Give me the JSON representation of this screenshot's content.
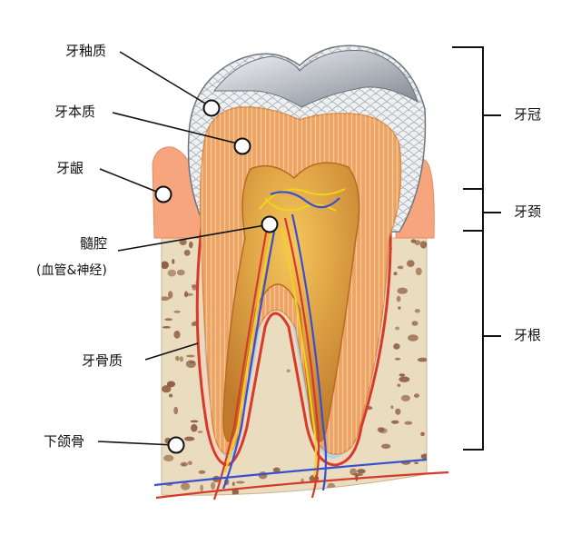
{
  "labels": {
    "enamel": "牙釉质",
    "dentin": "牙本质",
    "gum": "牙龈",
    "pulp": "髓腔",
    "pulp_sub": "(血管&神经)",
    "cementum": "牙骨质",
    "jaw": "下颌骨"
  },
  "regions": {
    "crown": "牙冠",
    "neck": "牙颈",
    "root": "牙根"
  },
  "colors": {
    "enamel": "#e9ecef",
    "dentin": "#e8a25a",
    "gum": "#f4a07c",
    "bone": "#e8d8b8",
    "bone_holes": "#8b5a3c",
    "artery": "#d63a2a",
    "vein": "#3a4fcf",
    "nerve": "#f2d21e",
    "line": "#111111"
  }
}
